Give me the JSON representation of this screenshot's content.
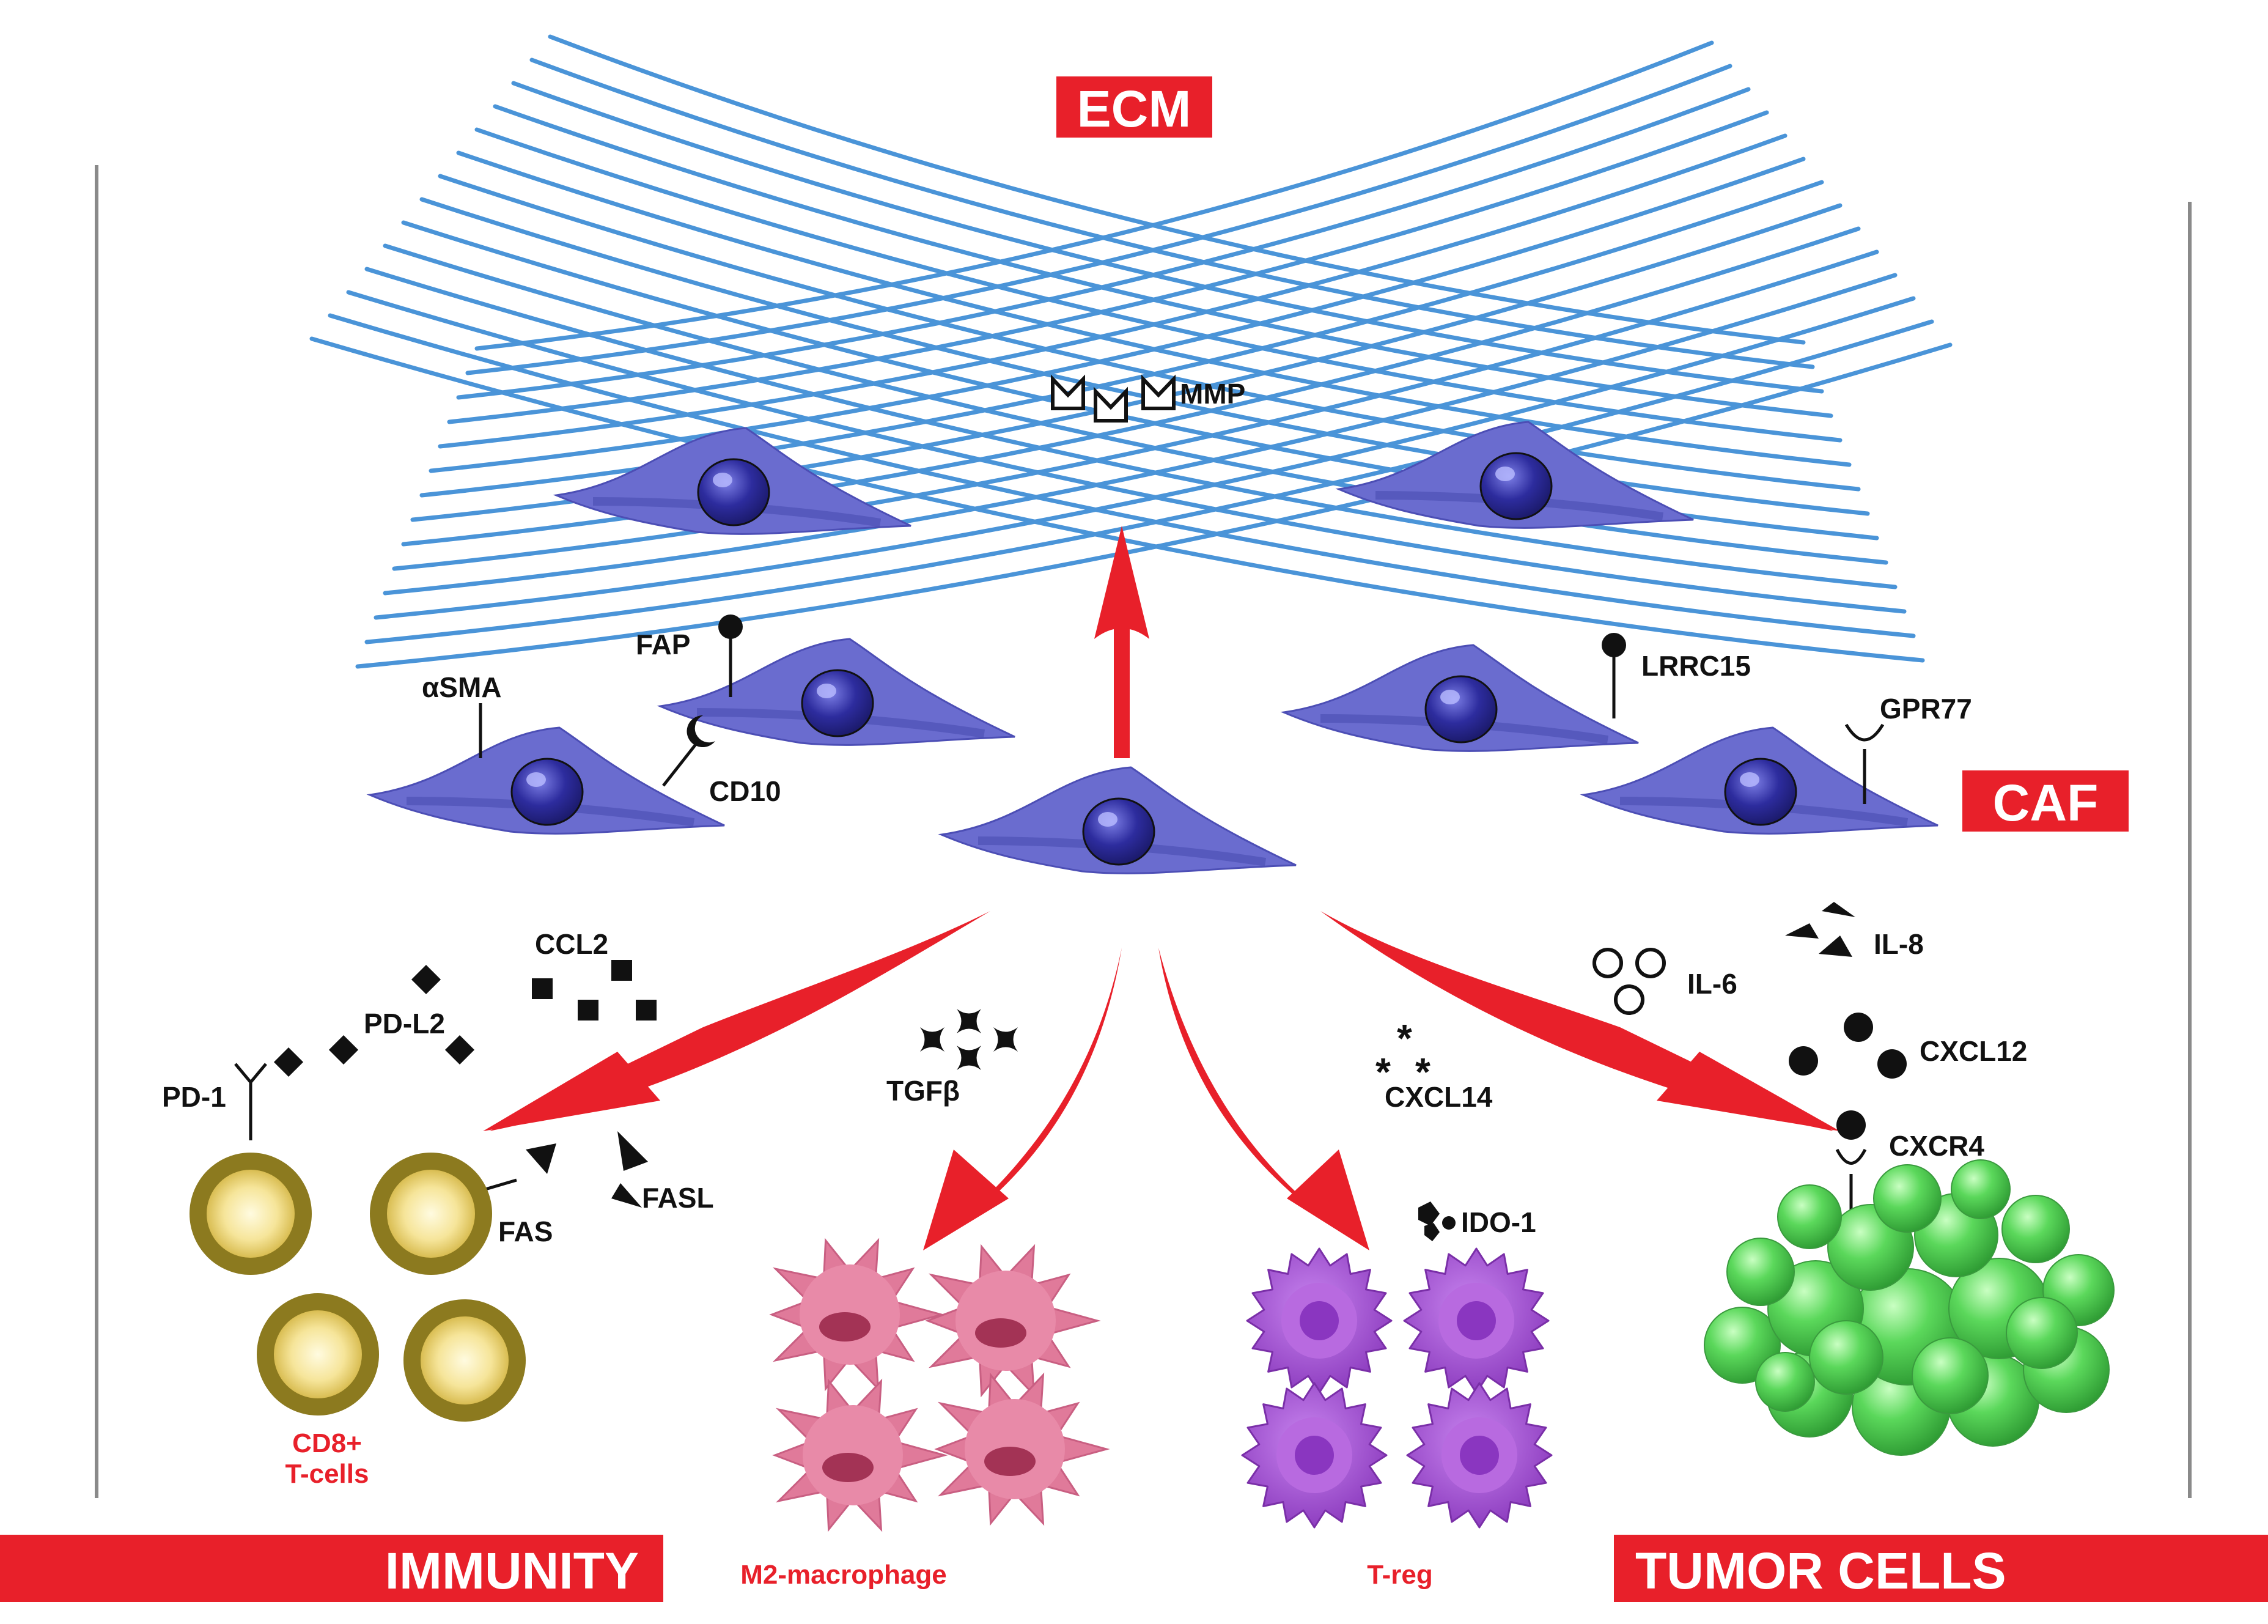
{
  "colors": {
    "accent_red": "#e8202a",
    "fiber_blue": "#4a94d8",
    "fibroblast": "#6a6ccf",
    "nucleus": "#24238f",
    "tcell": "#8c7a1f",
    "macrophage": "#e07a9a",
    "treg": "#a24ccf",
    "tumor": "#4fcf4f"
  },
  "banners": {
    "ecm": "ECM",
    "caf": "CAF",
    "immunity": "IMMUNITY",
    "tumor_cells": "TUMOR CELLS"
  },
  "labels": {
    "mmp": "MMP",
    "asma": "αSMA",
    "fap": "FAP",
    "cd10": "CD10",
    "lrrc15": "LRRC15",
    "gpr77": "GPR77",
    "ccl2": "CCL2",
    "pdl2": "PD-L2",
    "pd1": "PD-1",
    "fas": "FAS",
    "fasl": "FASL",
    "tgfb": "TGFβ",
    "cxcl14": "CXCL14",
    "ido1": "IDO-1",
    "il6": "IL-6",
    "il8": "IL-8",
    "cxcl12": "CXCL12",
    "cxcr4": "CXCR4"
  },
  "cell_types": {
    "cd8_line1": "CD8+",
    "cd8_line2": "T-cells",
    "m2": "M2-macrophage",
    "treg": "T-reg"
  },
  "icons": [
    "mmp-enzyme-icon",
    "receptor-lollipop-icon",
    "diamond-ligand-icon",
    "square-ligand-icon",
    "star-ligand-icon",
    "asterisk-ligand-icon",
    "circle-ligand-icon",
    "triangle-ligand-icon"
  ]
}
